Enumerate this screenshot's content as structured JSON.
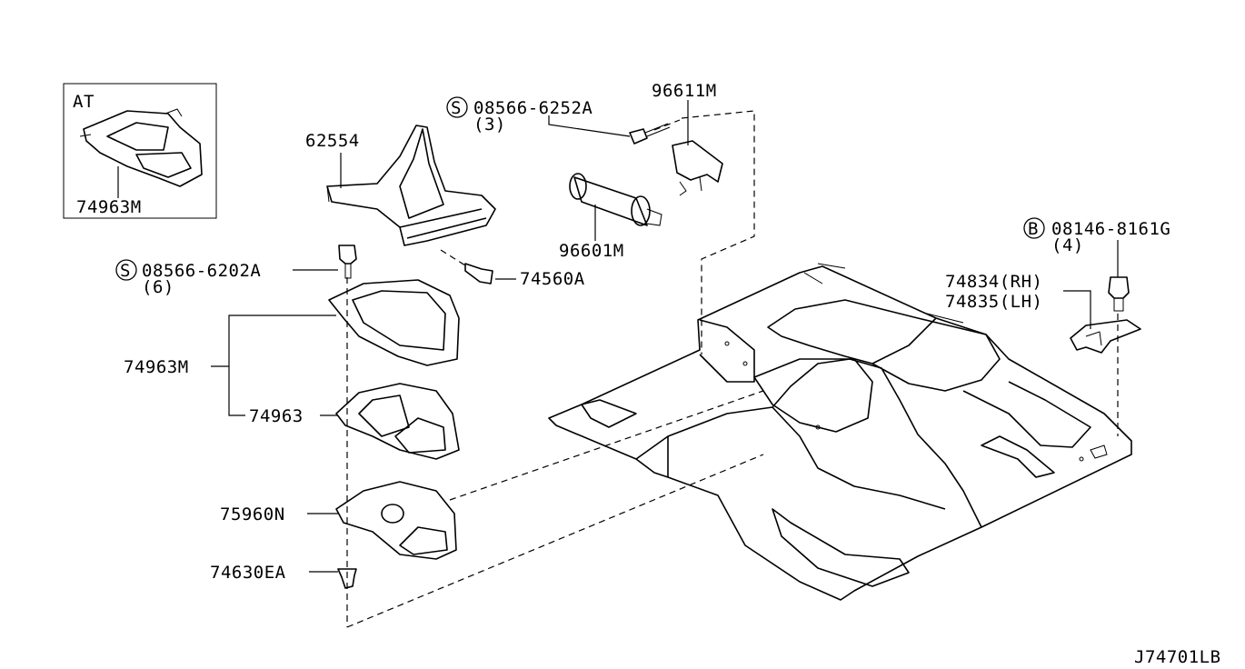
{
  "diagram": {
    "inset": {
      "title": "AT",
      "part": "74963M"
    },
    "labels": {
      "p62554": "62554",
      "screw1_code": "08566-6252A",
      "screw1_qty": "(3)",
      "screw1_prefix": "S",
      "p96611M": "96611M",
      "p96601M": "96601M",
      "p74560A": "74560A",
      "screw2_code": "08566-6202A",
      "screw2_qty": "(6)",
      "screw2_prefix": "S",
      "bolt_code": "08146-8161G",
      "bolt_qty": "(4)",
      "bolt_prefix": "B",
      "p74834": "74834(RH)",
      "p74835": "74835(LH)",
      "p74963M": "74963M",
      "p74963": "74963",
      "p75960N": "75960N",
      "p74630EA": "74630EA"
    },
    "figure_id": "J74701LB"
  }
}
